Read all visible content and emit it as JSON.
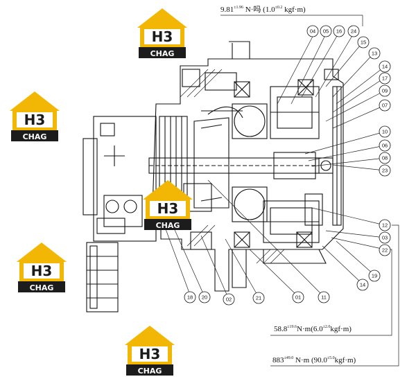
{
  "torque_labels": {
    "top": {
      "prefix": "9.81",
      "sup1": "±1.96",
      "mid": " N·吗 (1.0",
      "sup2": "±0.2",
      "suffix": " kgf·m)"
    },
    "mid": {
      "prefix": "58.8",
      "sup1": "±19.6",
      "mid": "N·m(6.0",
      "sup2": "±2.0",
      "suffix": "kgf·m)"
    },
    "bottom": {
      "prefix": "883",
      "sup1": "±49.0",
      "mid": " N·m (90.0",
      "sup2": "±5.0",
      "suffix": "kgf·m)"
    }
  },
  "callouts": {
    "c04": "04",
    "c05": "05",
    "c16": "16",
    "c24": "24",
    "c15": "15",
    "c13": "13",
    "c14a": "14",
    "c17": "17",
    "c09": "09",
    "c07": "07",
    "c10": "10",
    "c06": "06",
    "c08": "08",
    "c23": "23",
    "c12": "12",
    "c03": "03",
    "c22": "22",
    "c19": "19",
    "c14b": "14",
    "c18": "18",
    "c20": "20",
    "c02": "02",
    "c21": "21",
    "c01": "01",
    "c11": "11"
  },
  "watermark": {
    "top": "H3",
    "bottom": "CHAG",
    "colors": {
      "yellow": "#f2b705",
      "dark": "#1c1c1c"
    }
  }
}
